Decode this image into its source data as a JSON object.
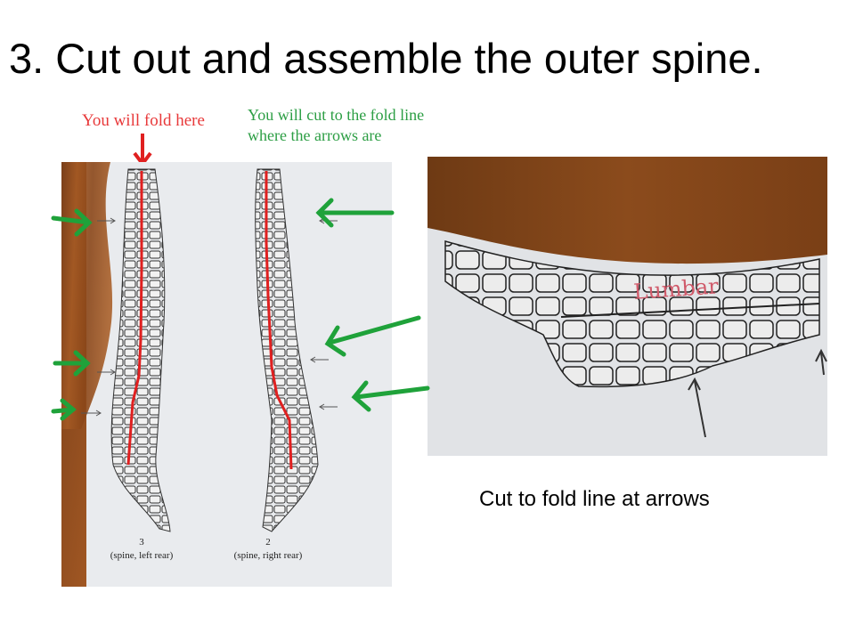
{
  "slide": {
    "title": "3. Cut out and assemble the outer spine.",
    "caption": "Cut to fold line at arrows"
  },
  "annotations": {
    "fold_note": "You will fold here",
    "cut_note_line1": "You will cut to the fold line",
    "cut_note_line2": "where the arrows are"
  },
  "left_photo": {
    "piece_left_number": "3",
    "piece_left_desc": "(spine, left rear)",
    "piece_right_number": "2",
    "piece_right_desc": "(spine, right rear)"
  },
  "right_photo": {
    "handwritten_label": "Lumbar"
  },
  "colors": {
    "red_note": "#e8393a",
    "green_note": "#2c9e44",
    "green_arrow": "#1fa23a",
    "red_line": "#e02020"
  }
}
